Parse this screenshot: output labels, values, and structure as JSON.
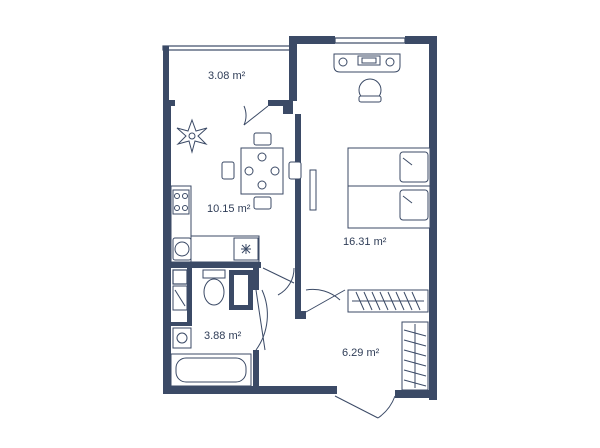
{
  "rooms": {
    "balcony": {
      "area": "3.08 m²"
    },
    "kitchen": {
      "area": "10.15 m²"
    },
    "bedroom": {
      "area": "16.31 m²"
    },
    "bathroom": {
      "area": "3.88 m²"
    },
    "hallway": {
      "area": "6.29 m²"
    }
  },
  "colors": {
    "wall": "#3b4a66",
    "background": "#ffffff"
  }
}
